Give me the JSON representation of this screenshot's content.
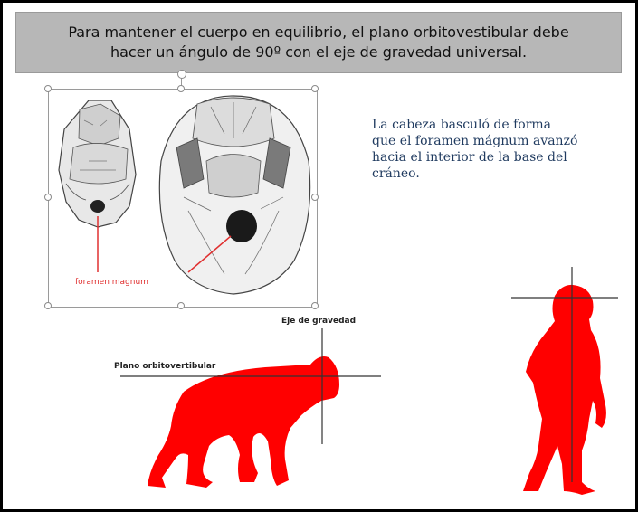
{
  "banner": {
    "line1": "Para mantener el cuerpo en equilibrio, el plano orbitovestibular debe",
    "line2": "hacer un ángulo de 90º con el eje de gravedad universal."
  },
  "explanation": {
    "line1": "La  cabeza basculó de forma",
    "line2": "que el foramen mágnum  avanzó",
    "line3": "hacia el interior de la base del",
    "line4": "cráneo."
  },
  "labels": {
    "foramen": "foramen magnum",
    "eje": "Eje de gravedad",
    "plano": "Plano orbitovertibular"
  },
  "colors": {
    "figure": "#ff0000",
    "banner": "#b7b7b7",
    "arrow": "#e03030"
  }
}
